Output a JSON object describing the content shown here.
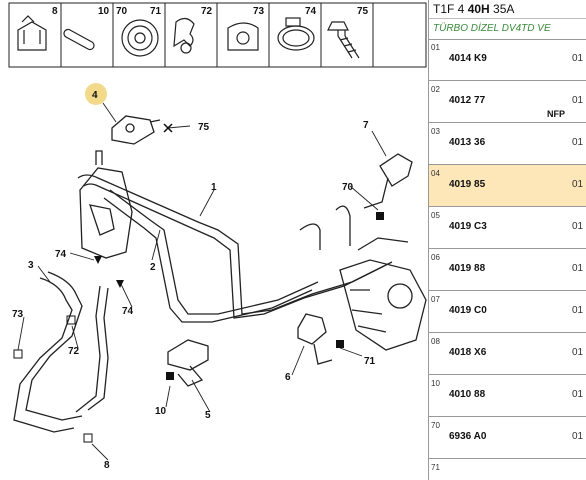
{
  "header": {
    "ref_prefix": "T1F 4",
    "ref_bold": "40H",
    "ref_suffix": "35A",
    "subtitle": "TÜRBO DİZEL DV4TD VE"
  },
  "thumbnails": [
    {
      "num": "8"
    },
    {
      "num": "10"
    },
    {
      "num": "70"
    },
    {
      "num": "71"
    },
    {
      "num": "72"
    },
    {
      "num": "73"
    },
    {
      "num": "74"
    },
    {
      "num": "75"
    }
  ],
  "callouts": {
    "c1": "1",
    "c2": "2",
    "c3": "3",
    "c4": "4",
    "c5": "5",
    "c6": "6",
    "c7": "7",
    "c8": "8",
    "c10": "10",
    "c70": "70",
    "c71": "71",
    "c72": "72",
    "c73": "73",
    "c74a": "74",
    "c74b": "74",
    "c75": "75"
  },
  "parts": [
    {
      "pos": "01",
      "ref": "4014 K9",
      "qty": "01",
      "note": ""
    },
    {
      "pos": "02",
      "ref": "4012 77",
      "qty": "01",
      "note": "NFP"
    },
    {
      "pos": "03",
      "ref": "4013 36",
      "qty": "01",
      "note": ""
    },
    {
      "pos": "04",
      "ref": "4019 85",
      "qty": "01",
      "note": "",
      "highlight": true
    },
    {
      "pos": "05",
      "ref": "4019 C3",
      "qty": "01",
      "note": ""
    },
    {
      "pos": "06",
      "ref": "4019 88",
      "qty": "01",
      "note": ""
    },
    {
      "pos": "07",
      "ref": "4019 C0",
      "qty": "01",
      "note": ""
    },
    {
      "pos": "08",
      "ref": "4018 X6",
      "qty": "01",
      "note": ""
    },
    {
      "pos": "10",
      "ref": "4010 88",
      "qty": "01",
      "note": ""
    },
    {
      "pos": "70",
      "ref": "6936 A0",
      "qty": "01",
      "note": ""
    },
    {
      "pos": "71",
      "ref": "",
      "qty": "",
      "note": ""
    }
  ],
  "colors": {
    "highlight": "#fde6b8",
    "callout_circle": "#f3d98a",
    "subtitle": "#3a8a3a"
  }
}
